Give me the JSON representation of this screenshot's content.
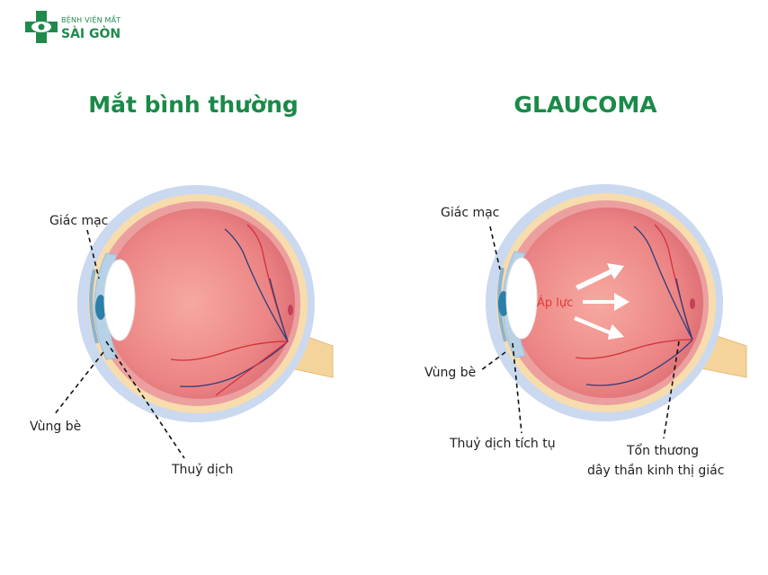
{
  "brand": {
    "line1": "BỆNH VIỆN MẮT",
    "line2": "SÀI GÒN",
    "icon": "eye-cross-icon",
    "color": "#1f8a4c"
  },
  "normal_eye": {
    "title": "Mắt bình thường",
    "labels": {
      "cornea": "Giác mạc",
      "trabecular": "Vùng bè",
      "aqueous": "Thuỷ dịch"
    }
  },
  "glaucoma_eye": {
    "title": "GLAUCOMA",
    "labels": {
      "cornea": "Giác mạc",
      "trabecular": "Vùng bè",
      "aqueous": "Thuỷ dịch tích tụ",
      "pressure": "Áp lực",
      "nerve_line1": "Tổn thương",
      "nerve_line2": "dây thần kinh thị giác"
    }
  },
  "colors": {
    "title_green": "#1a8a48",
    "eyeball": "#ec8a8a",
    "sclera": "#f7d9a8",
    "outer": "#c9d8ee",
    "pressure_red": "#e53935"
  }
}
